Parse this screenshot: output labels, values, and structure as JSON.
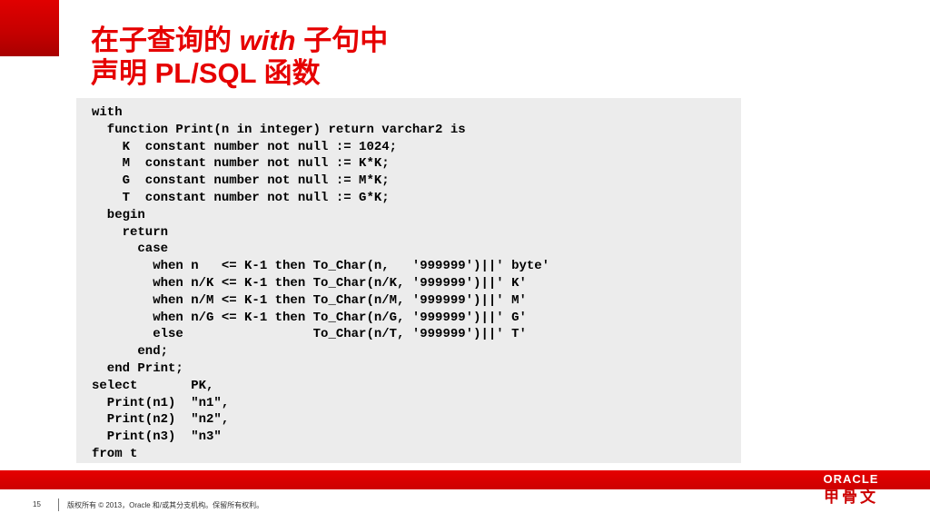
{
  "slide": {
    "title_line1_a": "在子查询的 ",
    "title_line1_b": "with",
    "title_line1_c": " 子句中",
    "title_line2": "声明 PL/SQL 函数"
  },
  "code": {
    "lines": [
      "with",
      "  function Print(n in integer) return varchar2 is",
      "    K  constant number not null := 1024;",
      "    M  constant number not null := K*K;",
      "    G  constant number not null := M*K;",
      "    T  constant number not null := G*K;",
      "  begin",
      "    return",
      "      case",
      "        when n   <= K-1 then To_Char(n,   '999999')||' byte'",
      "        when n/K <= K-1 then To_Char(n/K, '999999')||' K'",
      "        when n/M <= K-1 then To_Char(n/M, '999999')||' M'",
      "        when n/G <= K-1 then To_Char(n/G, '999999')||' G'",
      "        else                 To_Char(n/T, '999999')||' T'",
      "      end;",
      "  end Print;",
      "select       PK,",
      "  Print(n1)  \"n1\",",
      "  Print(n2)  \"n2\",",
      "  Print(n3)  \"n3\"",
      "from t"
    ]
  },
  "footer": {
    "slide_number": "15",
    "copyright": "版权所有 © 2013，Oracle 和/或其分支机构。保留所有权利。",
    "logo_wordmark": "ORACLE",
    "logo_cn": "甲骨文"
  },
  "colors": {
    "accent": "#e60000",
    "code_background": "#ececec"
  }
}
